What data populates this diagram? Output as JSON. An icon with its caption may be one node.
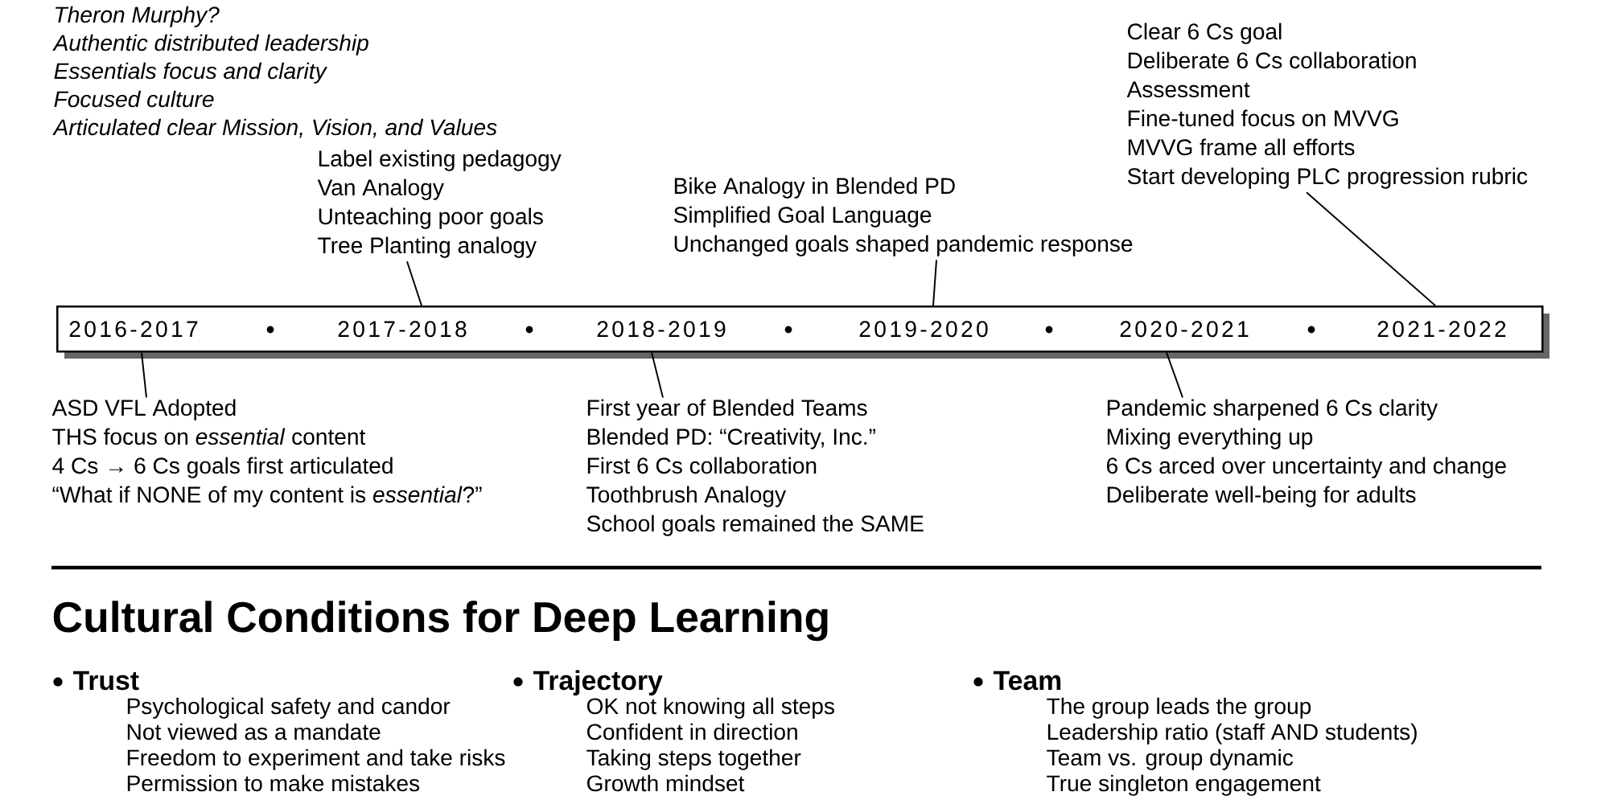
{
  "diagram": {
    "nodes": [
      {
        "text": [],
        "shape": "bar"
      },
      {
        "text": [
          "2016-2017"
        ],
        "in": 0
      },
      {
        "text": [
          "2017-2018"
        ],
        "in": 0
      },
      {
        "text": [
          "2018-2019"
        ],
        "in": 0
      },
      {
        "text": [
          "2019-2020"
        ],
        "in": 0
      },
      {
        "text": [
          "2020-2021"
        ],
        "in": 0
      },
      {
        "text": [
          "2021-2022"
        ],
        "in": 0
      },
      {
        "text": [
          "Clear 6 Cs goal",
          "Deliberate 6 Cs collaboration",
          "Assessment",
          "Fine-tuned focus on MVVG",
          "MVVG frame all efforts",
          "Start developing PLC progression rubric"
        ]
      },
      {
        "text": [
          "Label existing pedagogy",
          "Van Analogy",
          "Unteaching poor goals",
          "Tree Planting analogy"
        ]
      },
      {
        "text": [
          "Bike Analogy in Blended PD",
          "Simplified Goal Language",
          "Unchanged goals shaped pandemic response"
        ]
      },
      {
        "text": [
          "ASD VFL Adopted",
          "THS focus on *essential* content",
          "4 Cs → 6 Cs goals first articulated",
          "“What if NONE of my content is *essential*?”"
        ]
      },
      {
        "text": [
          "First year of Blended Teams",
          "Blended PD: “Creativity, Inc.”",
          "First 6 Cs collaboration",
          "Toothbrush Analogy",
          "School goals remained the SAME"
        ]
      },
      {
        "text": [
          "Pandemic sharpened 6 Cs clarity",
          "Mixing everything up",
          "6 Cs arced over uncertainty and change",
          "Deliberate well-being for adults"
        ]
      }
    ],
    "edges": [
      {
        "from": 7,
        "to": 0,
        "arrow": "none"
      },
      {
        "from": 8,
        "to": 0,
        "arrow": "none"
      },
      {
        "from": 9,
        "to": 0,
        "arrow": "none"
      },
      {
        "from": 10,
        "to": 0,
        "arrow": "none"
      },
      {
        "from": 11,
        "to": 0,
        "arrow": "none"
      },
      {
        "from": 12,
        "to": 0,
        "arrow": "none"
      }
    ],
    "labels": [
      "Theron Murphy?",
      "Authentic distributed leadership",
      "Essentials focus and clarity",
      "Focused culture",
      "Articulated clear Mission, Vision, and Values",
      "Cultural Conditions for Deep Learning",
      "Trust",
      "Psychological safety and candor",
      "Not viewed as a mandate",
      "Freedom to experiment and take risks",
      "Permission to make mistakes",
      "Trajectory",
      "OK not knowing all steps",
      "Confident in direction",
      "Taking steps together",
      "Growth mindset",
      "Team",
      "The group leads the group",
      "Leadership ratio (staff AND students)",
      "Team vs. group dynamic",
      "True singleton engagement"
    ]
  }
}
